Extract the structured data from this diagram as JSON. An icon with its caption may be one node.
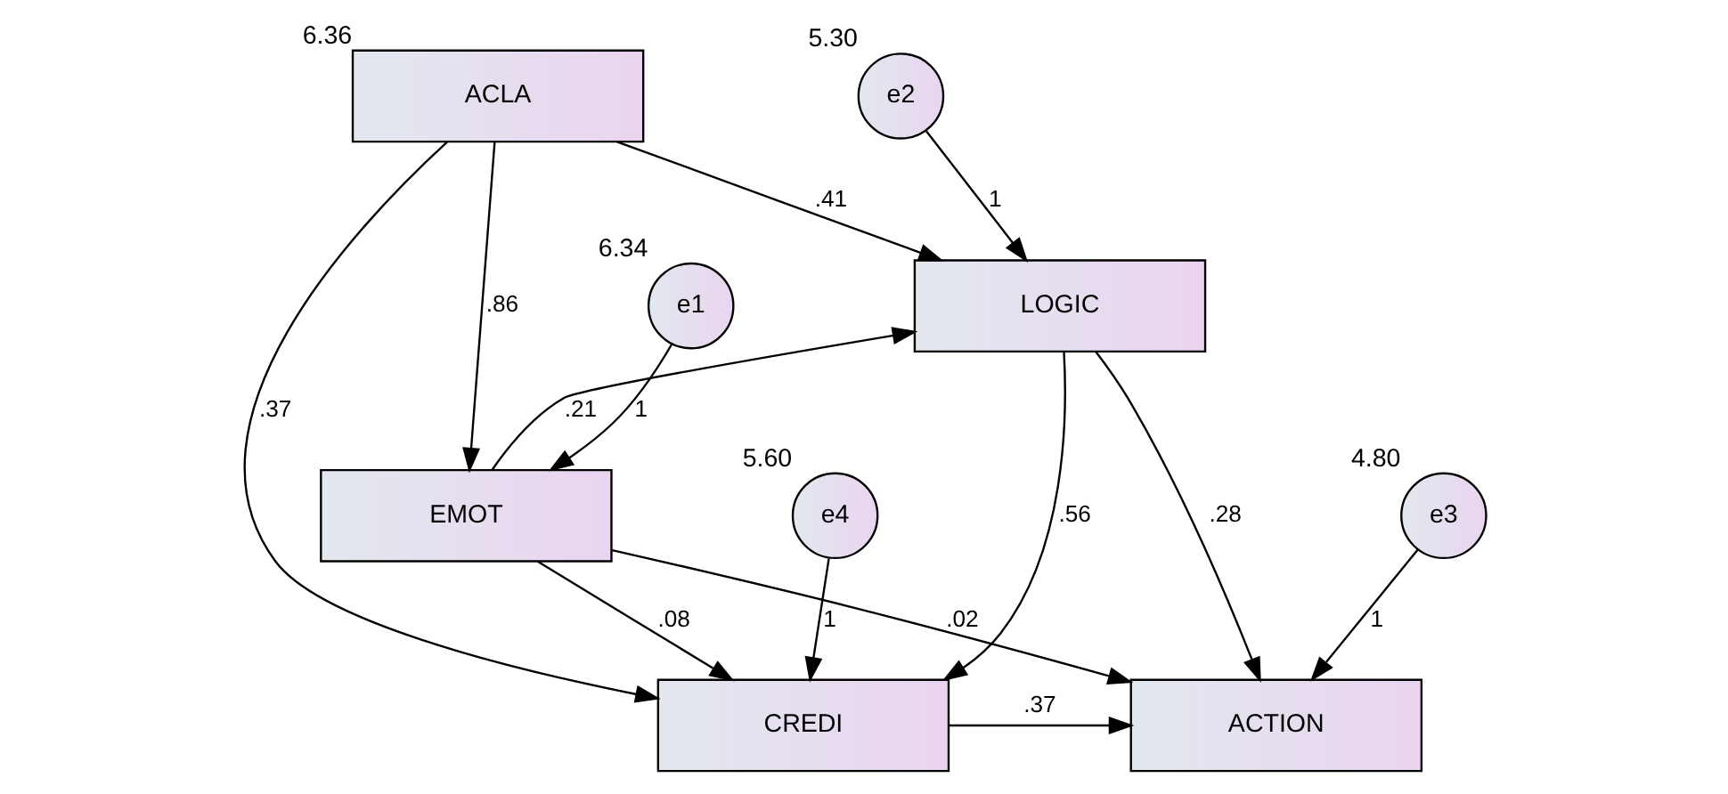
{
  "diagram": {
    "nodes": [
      {
        "text": [
          "ACLA"
        ],
        "beside": [
          "6.36"
        ]
      },
      {
        "text": [
          "e2"
        ],
        "beside": [
          "5.30"
        ]
      },
      {
        "text": [
          "LOGIC"
        ]
      },
      {
        "text": [
          "e1"
        ],
        "beside": [
          "6.34"
        ]
      },
      {
        "text": [
          "e3"
        ],
        "beside": [
          "4.80"
        ]
      },
      {
        "text": [
          "ACTION"
        ]
      },
      {
        "text": [
          "EMOT"
        ]
      },
      {
        "text": [
          "e4"
        ],
        "beside": [
          "5.60"
        ]
      },
      {
        "text": [
          "CREDI"
        ]
      }
    ],
    "edges": [
      {
        "from": 0,
        "to": 2,
        "arrow": "to",
        "label": ".41"
      },
      {
        "from": 0,
        "to": 6,
        "arrow": "to",
        "label": ".86"
      },
      {
        "from": 0,
        "to": 8,
        "arrow": "to",
        "label": ".37"
      },
      {
        "from": 1,
        "to": 2,
        "arrow": "to",
        "label": "1"
      },
      {
        "from": 3,
        "to": 6,
        "arrow": "to",
        "label": "1"
      },
      {
        "from": 6,
        "to": 2,
        "arrow": "to",
        "label": ".21"
      },
      {
        "from": 2,
        "to": 5,
        "arrow": "to",
        "label": ".28"
      },
      {
        "from": 4,
        "to": 5,
        "arrow": "to",
        "label": "1"
      },
      {
        "from": 6,
        "to": 5,
        "arrow": "to",
        "label": ".02"
      },
      {
        "from": 2,
        "to": 8,
        "arrow": "to",
        "label": ".56"
      },
      {
        "from": 7,
        "to": 8,
        "arrow": "to",
        "label": "1"
      },
      {
        "from": 6,
        "to": 8,
        "arrow": "to",
        "label": ".08"
      },
      {
        "from": 8,
        "to": 5,
        "arrow": "to",
        "label": ".37"
      }
    ]
  }
}
